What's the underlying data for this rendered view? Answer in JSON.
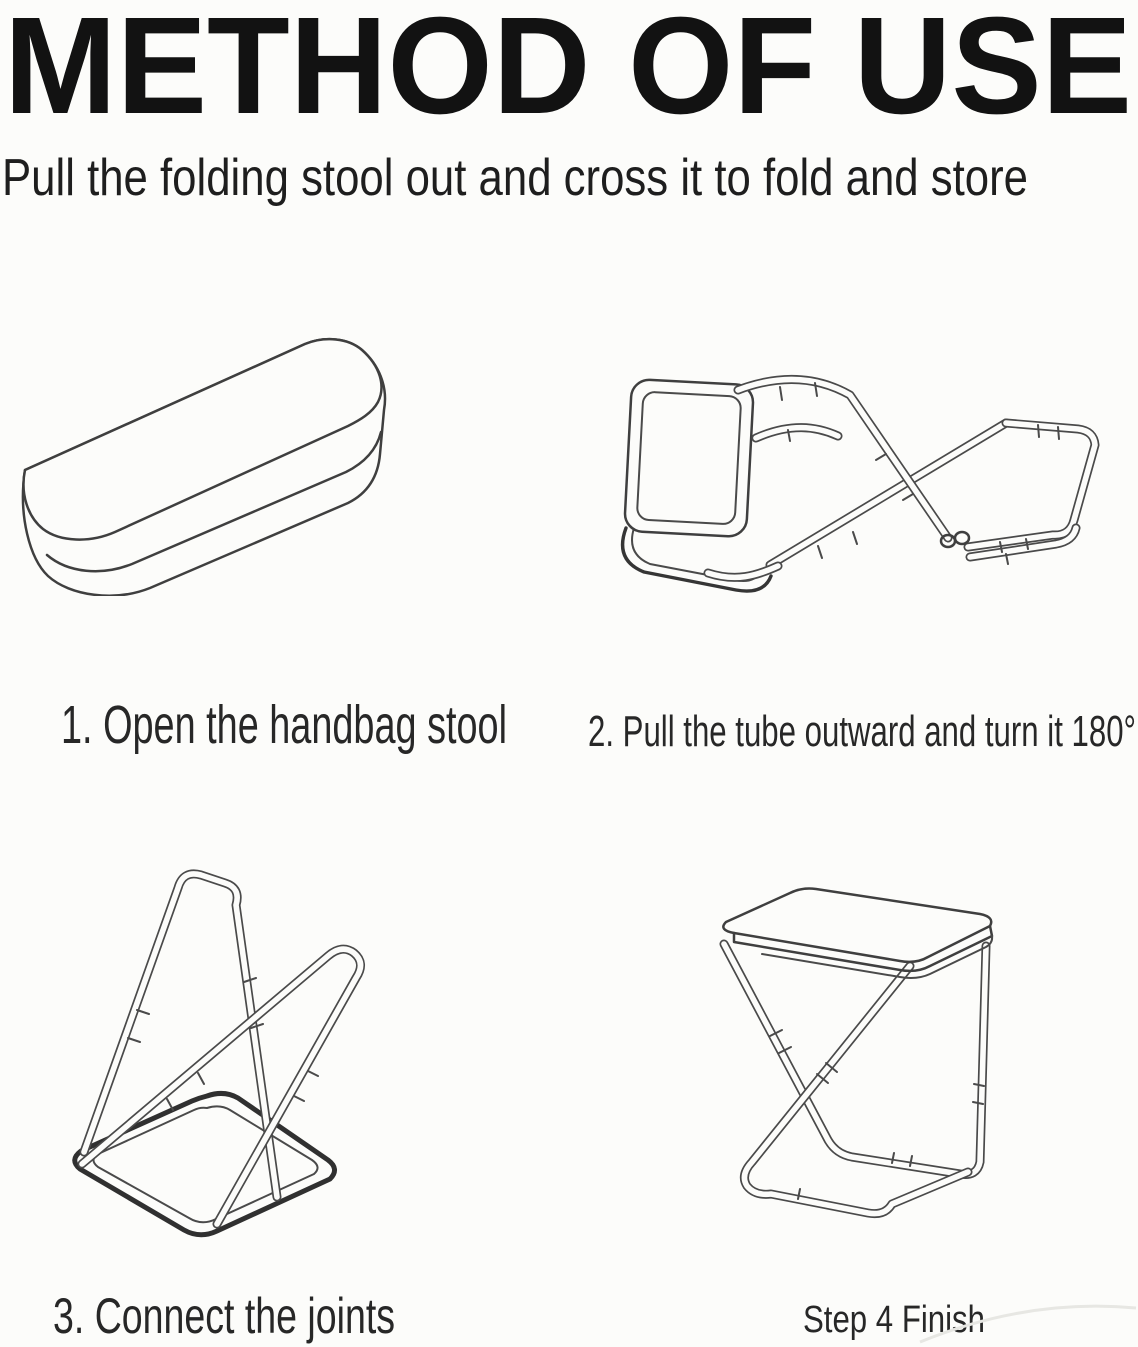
{
  "page": {
    "title": "METHOD OF USE",
    "subtitle": "Pull the folding stool out and cross it to fold and store"
  },
  "steps": [
    {
      "id": 1,
      "caption": "1. Open the handbag stool",
      "illustration": "folded-handbag-stool"
    },
    {
      "id": 2,
      "caption": "2. Pull the tube outward and turn it 180°",
      "illustration": "stool-half-unfolded-tubes-crossed"
    },
    {
      "id": 3,
      "caption": "3. Connect the joints",
      "illustration": "stool-frame-opened-on-ground"
    },
    {
      "id": 4,
      "caption": "Step 4 Finish",
      "illustration": "assembled-folding-stool"
    }
  ],
  "colors": {
    "background": "#fcfcfa",
    "line_art": "#3f3f3f",
    "title_text": "#121212",
    "body_text": "#272727"
  }
}
